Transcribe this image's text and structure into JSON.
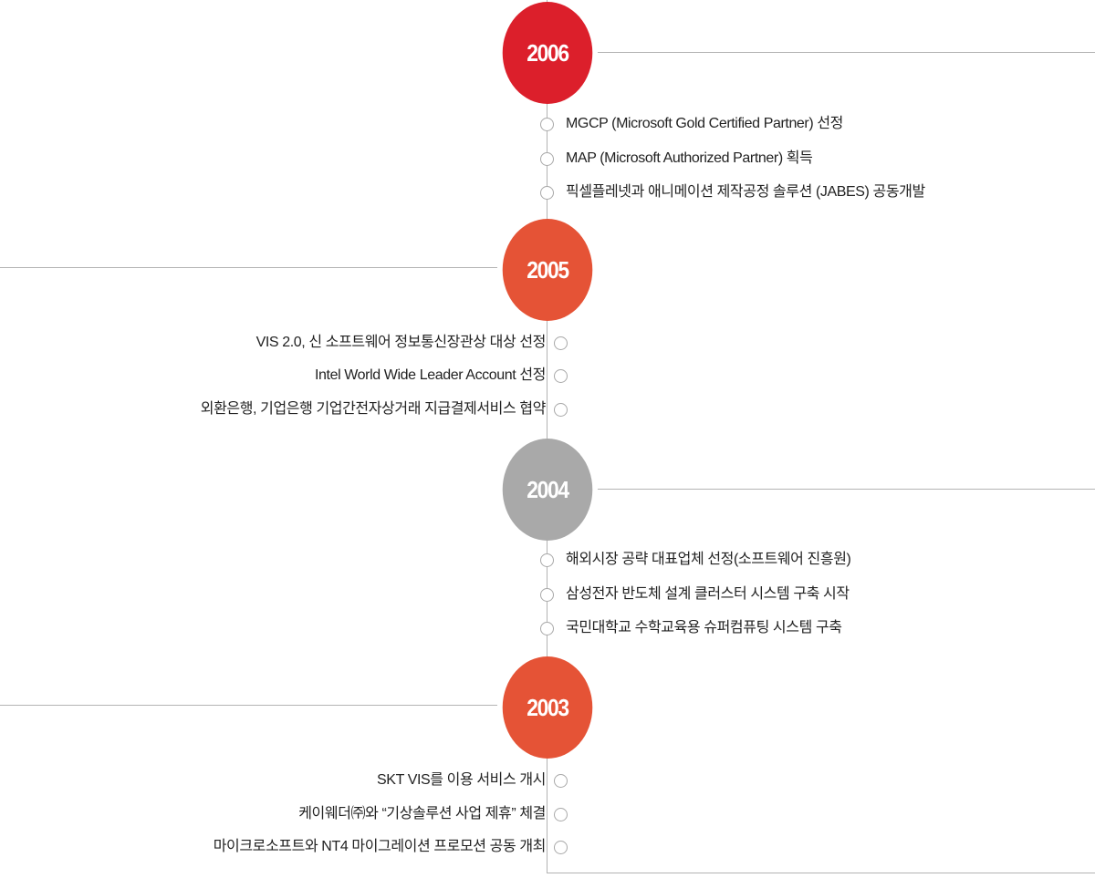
{
  "colors": {
    "y2006": "#dc1f2b",
    "y2005": "#e55336",
    "y2004": "#a9a9a9",
    "y2003": "#e55336",
    "line": "#b3b3b3"
  },
  "years": [
    {
      "year": "2006",
      "items": [
        "MGCP (Microsoft Gold Certified Partner) 선정",
        "MAP (Microsoft Authorized Partner) 획득",
        "픽셀플레넷과 애니메이션 제작공정 솔루션 (JABES) 공동개발"
      ]
    },
    {
      "year": "2005",
      "items": [
        "VIS 2.0, 신 소프트웨어 정보통신장관상 대상 선정",
        "Intel World Wide Leader Account 선정",
        "외환은행, 기업은행 기업간전자상거래 지급결제서비스 협약"
      ]
    },
    {
      "year": "2004",
      "items": [
        "해외시장 공략 대표업체 선정(소프트웨어 진흥원)",
        "삼성전자 반도체 설계 클러스터 시스템 구축 시작",
        "국민대학교 수학교육용 슈퍼컴퓨팅 시스템 구축"
      ]
    },
    {
      "year": "2003",
      "items": [
        "SKT VIS를 이용 서비스 개시",
        "케이웨더㈜와 “기상솔루션 사업 제휴” 체결",
        "마이크로소프트와 NT4 마이그레이션 프로모션 공동 개최"
      ]
    }
  ]
}
